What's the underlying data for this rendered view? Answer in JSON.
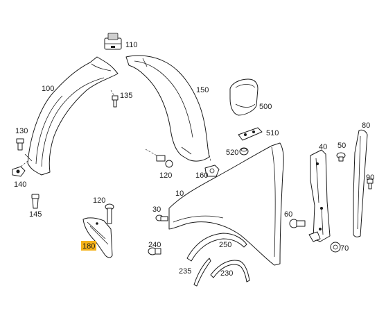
{
  "callouts": [
    {
      "id": "110",
      "text": "110"
    },
    {
      "id": "100",
      "text": "100"
    },
    {
      "id": "135",
      "text": "135"
    },
    {
      "id": "150",
      "text": "150"
    },
    {
      "id": "500",
      "text": "500"
    },
    {
      "id": "130",
      "text": "130"
    },
    {
      "id": "510",
      "text": "510"
    },
    {
      "id": "80",
      "text": "80"
    },
    {
      "id": "520",
      "text": "520"
    },
    {
      "id": "40",
      "text": "40"
    },
    {
      "id": "50",
      "text": "50"
    },
    {
      "id": "140",
      "text": "140"
    },
    {
      "id": "120a",
      "text": "120"
    },
    {
      "id": "160",
      "text": "160"
    },
    {
      "id": "90",
      "text": "90"
    },
    {
      "id": "10",
      "text": "10"
    },
    {
      "id": "145",
      "text": "145"
    },
    {
      "id": "120b",
      "text": "120"
    },
    {
      "id": "30",
      "text": "30"
    },
    {
      "id": "60",
      "text": "60"
    },
    {
      "id": "180",
      "text": "180",
      "highlighted": true
    },
    {
      "id": "240",
      "text": "240"
    },
    {
      "id": "250",
      "text": "250"
    },
    {
      "id": "70",
      "text": "70"
    },
    {
      "id": "235",
      "text": "235"
    },
    {
      "id": "230",
      "text": "230"
    }
  ],
  "colors": {
    "line": "#1a1a1a",
    "background": "#ffffff",
    "highlight": "#f5b21a"
  }
}
